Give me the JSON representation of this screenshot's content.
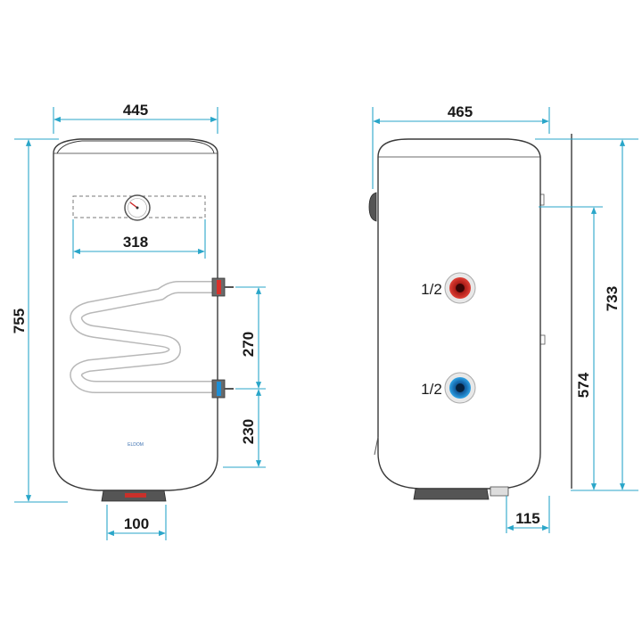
{
  "dimensions": {
    "front_width": "445",
    "front_inner_width": "318",
    "front_height": "755",
    "pipe_spacing": "270",
    "pipe_bottom": "230",
    "flange_width": "100",
    "side_depth": "465",
    "side_height": "733",
    "side_lower_height": "574",
    "side_offset": "115"
  },
  "connections": {
    "hot_size": "1/2",
    "cold_size": "1/2"
  },
  "brand": "ELDOM",
  "colors": {
    "dimension_line": "#2aa6c9",
    "hot": "#d9312b",
    "cold": "#1e8fd6",
    "tank_outline": "#3a3a3a",
    "base": "#4a4a4a"
  }
}
